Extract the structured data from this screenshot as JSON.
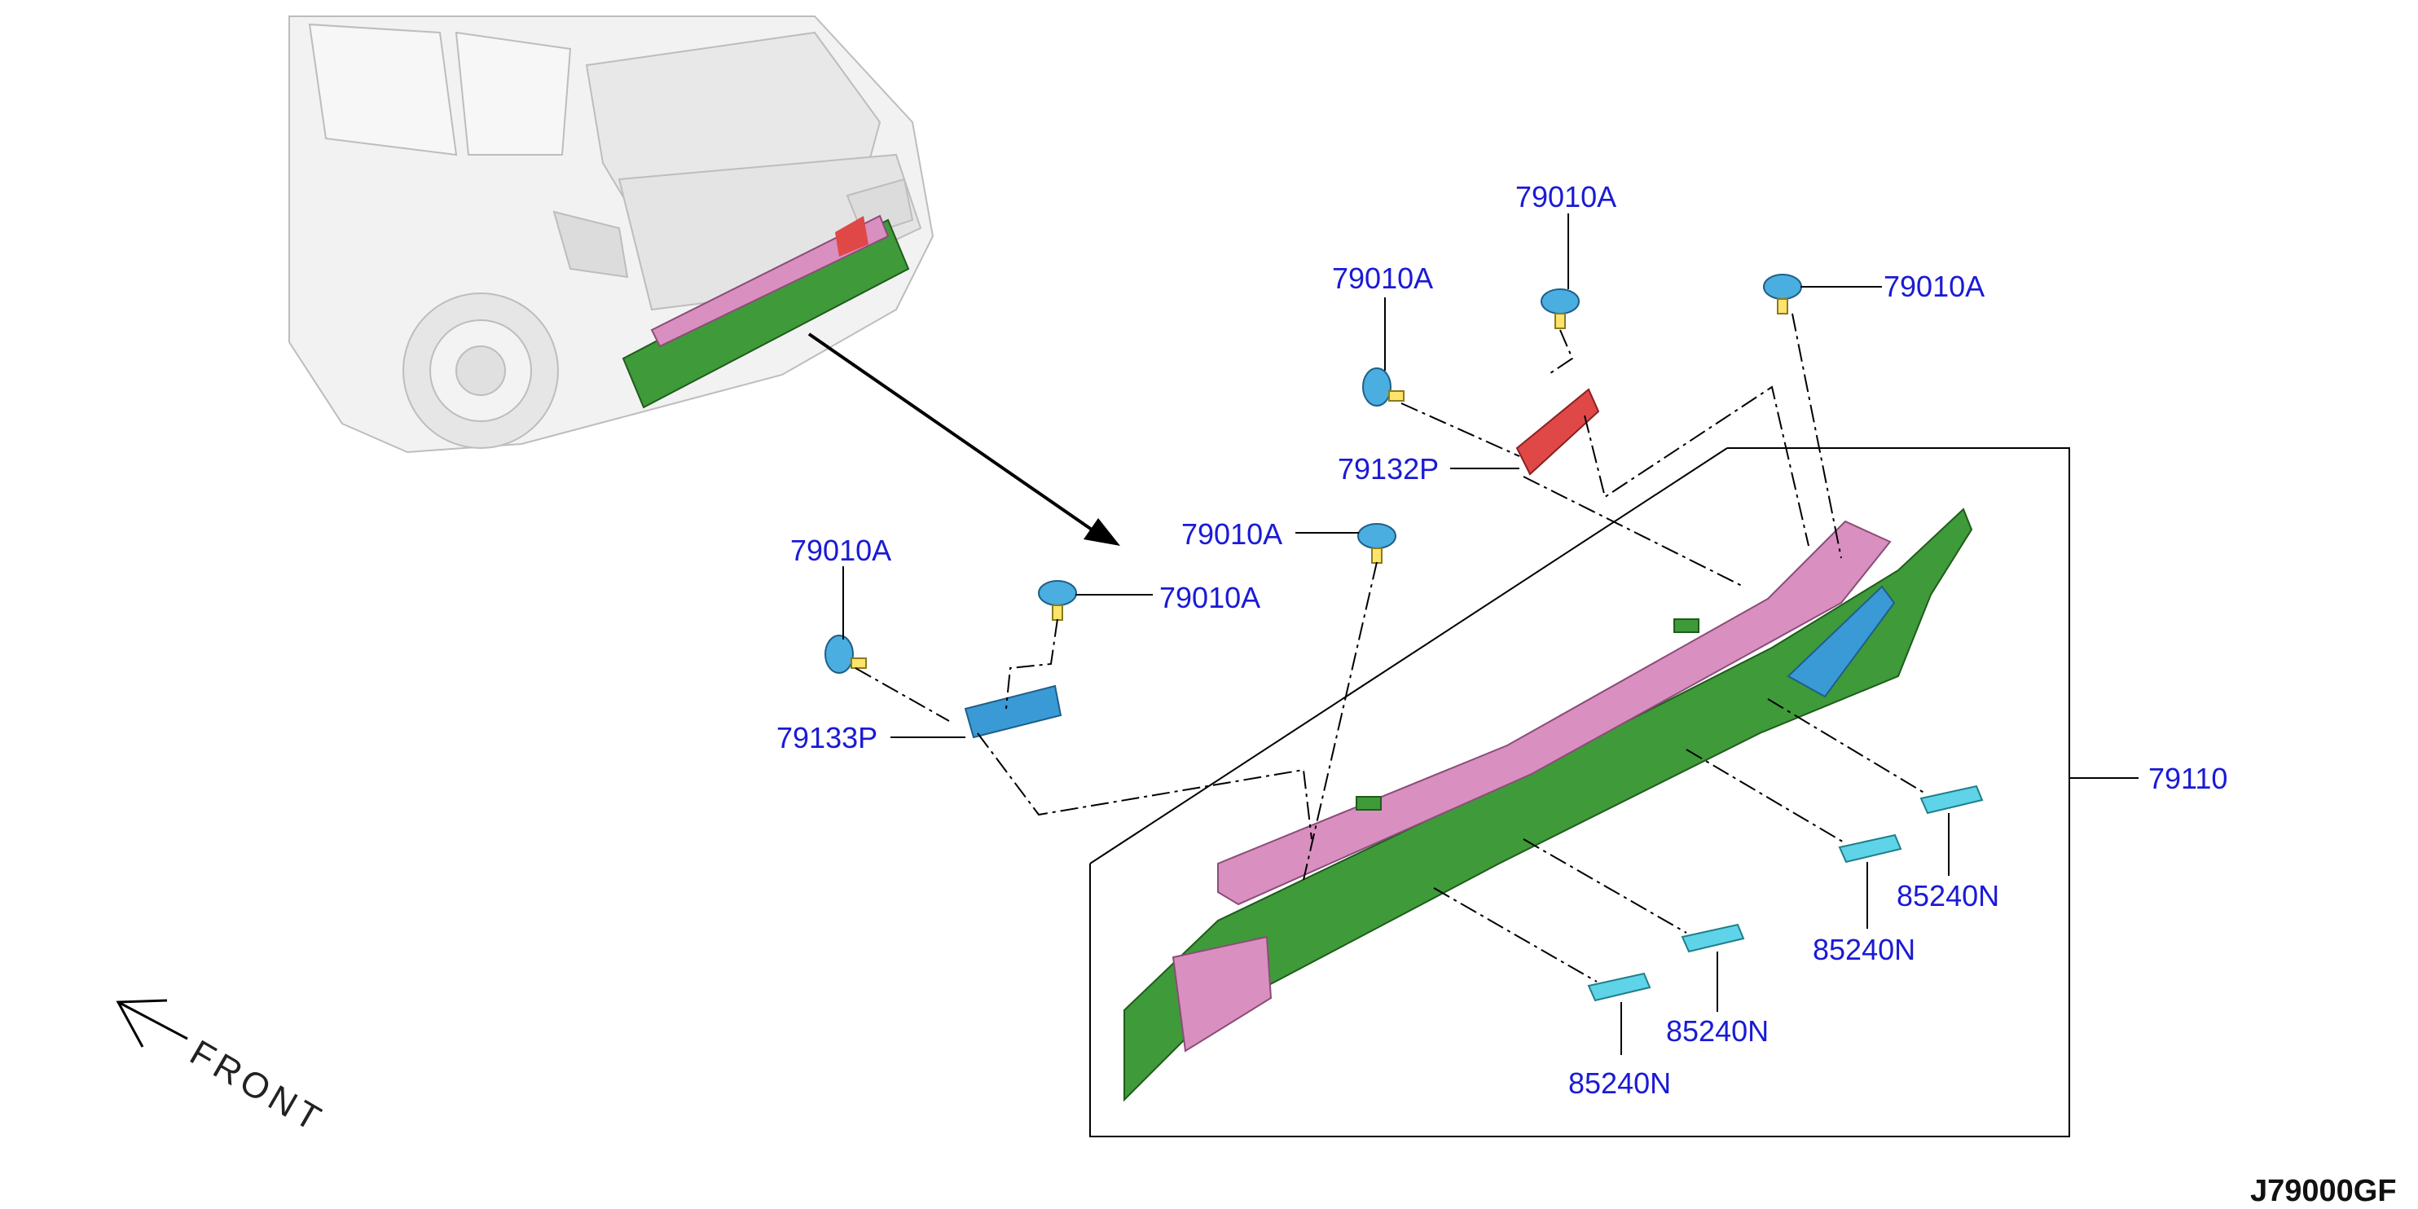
{
  "callouts": {
    "bolt_bracket_left_side": "79010A",
    "bolt_bracket_left_top": "79010A",
    "bracket_left": "79133P",
    "bolt_center": "79010A",
    "bolt_bracket_right_left": "79010A",
    "bolt_bracket_right_top": "79010A",
    "bracket_right": "79132P",
    "bolt_far_right": "79010A",
    "rear_panel_assembly": "79110",
    "clip_1": "85240N",
    "clip_2": "85240N",
    "clip_3": "85240N",
    "clip_4": "85240N"
  },
  "front_indicator": "FRONT",
  "diagram_id": "J79000GF",
  "colors": {
    "callout_text": "#1a1ad6",
    "panel_green": "#3f9a3a",
    "panel_pink": "#d98fbf",
    "bracket_blue": "#3a9ad6",
    "bracket_red": "#e04848",
    "clip_cyan": "#5fd3e8",
    "bolt_blue": "#4aaee0"
  }
}
